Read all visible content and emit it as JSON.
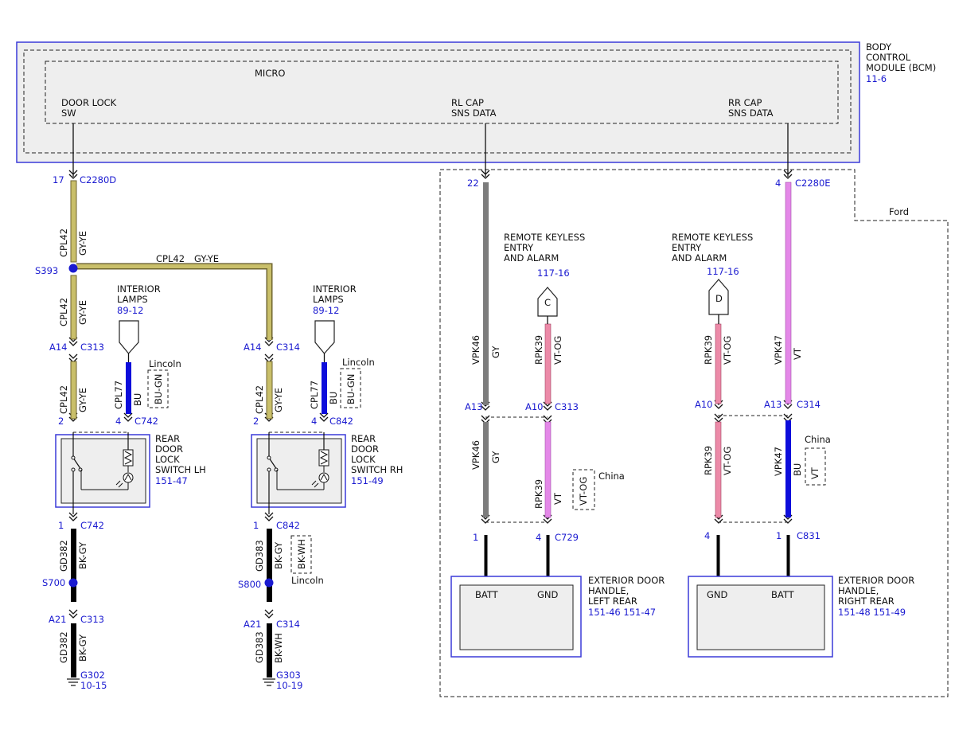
{
  "colors": {
    "module_border": "#3a3ad8",
    "connector_text": "#1a1ad0",
    "wire_gy_ye_fill": "#c9bf6a",
    "wire_gy_ye_edge": "#6f6630",
    "wire_bu": "#0d0ddb",
    "wire_bk": "#000000",
    "wire_gy": "#7c7c7c",
    "wire_vt": "#e488e8",
    "wire_vt_og": "#ec8aa8"
  },
  "bcm": {
    "title": [
      "BODY",
      "CONTROL",
      "MODULE (BCM)"
    ],
    "ref": "11-6",
    "micro_label": "MICRO",
    "door_lock_sw": [
      "DOOR LOCK",
      "SW"
    ],
    "rl_cap": [
      "RL CAP",
      "SNS DATA"
    ],
    "rr_cap": [
      "RR CAP",
      "SNS DATA"
    ]
  },
  "region_label": "Ford",
  "left": {
    "pin17": "17",
    "conn_c2280d": "C2280D",
    "cpl42": "CPL42",
    "gy_ye": "GY-YE",
    "cross_label_circuit": "CPL42",
    "cross_label_color": "GY-YE",
    "splice_s393": "S393",
    "a14": "A14",
    "c313": "C313",
    "c314": "C314",
    "interior_lamps": [
      "INTERIOR",
      "LAMPS"
    ],
    "lamps_ref": "89-12",
    "cpl77": "CPL77",
    "bu": "BU",
    "lincoln": "Lincoln",
    "bu_gn": "BU-GN",
    "pin2": "2",
    "pin4": "4",
    "conn_c742": "C742",
    "conn_c842": "C842",
    "switch_lh": [
      "REAR",
      "DOOR",
      "LOCK",
      "SWITCH LH"
    ],
    "switch_lh_ref": "151-47",
    "switch_rh": [
      "REAR",
      "DOOR",
      "LOCK",
      "SWITCH RH"
    ],
    "switch_rh_ref": "151-49",
    "pin1": "1",
    "gd382": "GD382",
    "gd383": "GD383",
    "bk_gy": "BK-GY",
    "bk_wh": "BK-WH",
    "s700": "S700",
    "s800": "S800",
    "a21": "A21",
    "g302": "G302",
    "g302_ref": "10-15",
    "g303": "G303",
    "g303_ref": "10-19"
  },
  "right": {
    "pin22": "22",
    "pin4": "4",
    "conn_c2280e": "C2280E",
    "rke": [
      "REMOTE KEYLESS",
      "ENTRY",
      "AND ALARM"
    ],
    "rke_ref": "117-16",
    "conn_letter_c": "C",
    "conn_letter_d": "D",
    "vpk46": "VPK46",
    "gy": "GY",
    "rpk39": "RPK39",
    "vt_og": "VT-OG",
    "vpk47": "VPK47",
    "vt": "VT",
    "a13": "A13",
    "a10": "A10",
    "c313": "C313",
    "c314": "C314",
    "china": "China",
    "bu": "BU",
    "pin1": "1",
    "c729": "C729",
    "c831": "C831",
    "batt": "BATT",
    "gnd": "GND",
    "handle_lr": [
      "EXTERIOR DOOR",
      "HANDLE,",
      "LEFT REAR"
    ],
    "handle_lr_ref": "151-46  151-47",
    "handle_rr": [
      "EXTERIOR DOOR",
      "HANDLE,",
      "RIGHT REAR"
    ],
    "handle_rr_ref": "151-48  151-49"
  }
}
